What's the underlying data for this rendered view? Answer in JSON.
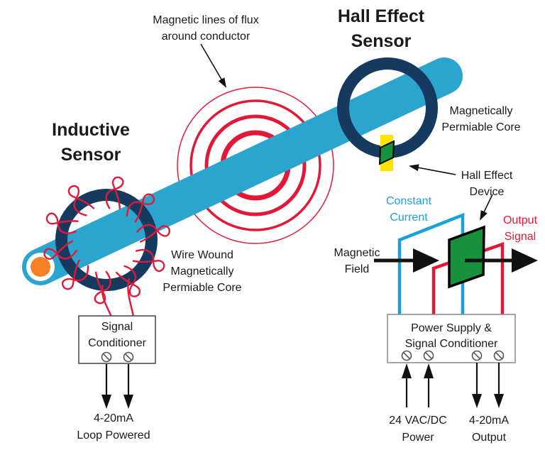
{
  "colors": {
    "conductor": "#2BA4CE",
    "navy": "#163A5F",
    "red": "#E31837",
    "green": "#17913D",
    "yellow": "#FFE400",
    "orange": "#F58025",
    "wireblue": "#1BA0D7",
    "ink": "#1A1A1A"
  },
  "titles": {
    "inductive": {
      "line1": "Inductive",
      "line2": "Sensor"
    },
    "hall": {
      "line1": "Hall Effect",
      "line2": "Sensor"
    }
  },
  "labels": {
    "flux": {
      "line1": "Magnetic lines of flux",
      "line2": "around conductor"
    },
    "core": {
      "line1": "Magnetically",
      "line2": "Permiable Core"
    },
    "hall_device": {
      "line1": "Hall Effect",
      "line2": "Device"
    },
    "constant_current": {
      "line1": "Constant",
      "line2": "Current"
    },
    "output_signal": {
      "line1": "Output",
      "line2": "Signal"
    },
    "magnetic_field": {
      "line1": "Magnetic",
      "line2": "Field"
    },
    "wire_wound": {
      "line1": "Wire Wound",
      "line2": "Magnetically",
      "line3": "Permiable Core"
    }
  },
  "boxes": {
    "signal_conditioner": {
      "line1": "Signal",
      "line2": "Conditioner"
    },
    "power_supply": {
      "line1": "Power Supply &",
      "line2": "Signal Conditioner"
    }
  },
  "io": {
    "loop_powered": {
      "line1": "4-20mA",
      "line2": "Loop Powered"
    },
    "power_in": {
      "line1": "24 VAC/DC",
      "line2": "Power"
    },
    "output": {
      "line1": "4-20mA",
      "line2": "Output"
    }
  }
}
